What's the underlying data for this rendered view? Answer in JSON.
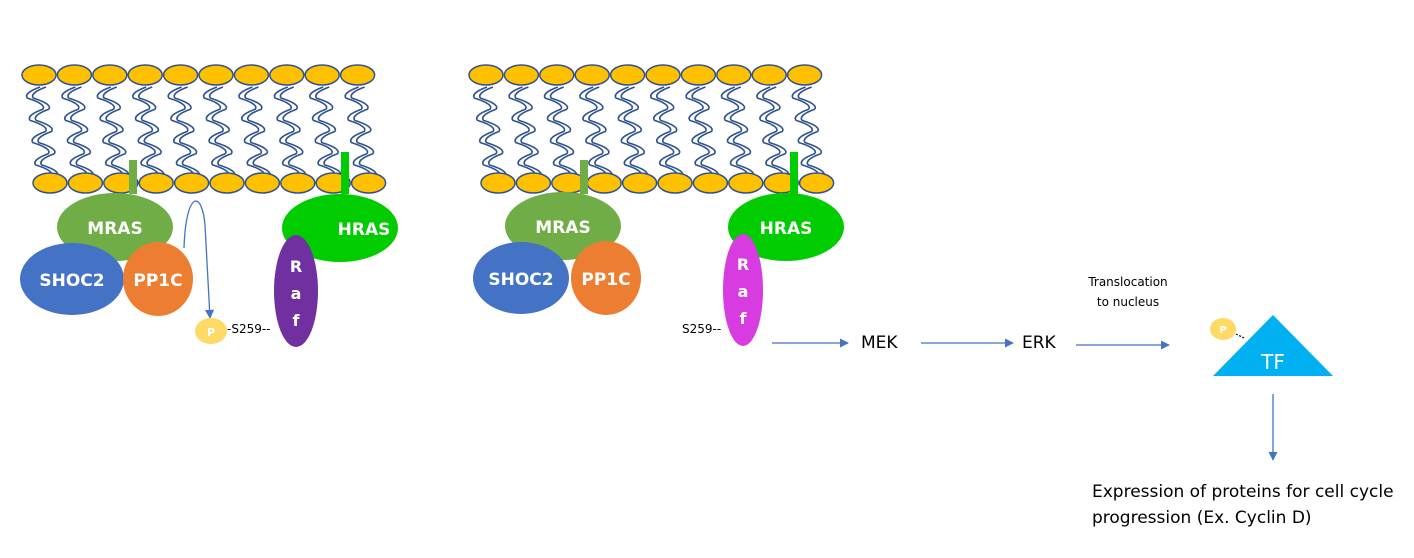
{
  "colors": {
    "lipid_head": "#FFC000",
    "lipid_outline": "#2F528F",
    "lipid_tail": "#2F528F",
    "mras": "#70AD47",
    "hras": "#00CC00",
    "shoc2": "#4472C4",
    "pp1c": "#ED7D31",
    "raf_inactive": "#7030A0",
    "raf_active": "#D83BE0",
    "phosphate": "#FFD966",
    "tf": "#00B0F0",
    "arrow": "#4472C4"
  },
  "panel_inactive": {
    "mras_label": "MRAS",
    "hras_label": "HRAS",
    "shoc2_label": "SHOC2",
    "pp1c_label": "PP1C",
    "raf_letters": [
      "R",
      "a",
      "f"
    ],
    "phosphate_label": "P",
    "site_label": "-S259--"
  },
  "panel_active": {
    "mras_label": "MRAS",
    "hras_label": "HRAS",
    "shoc2_label": "SHOC2",
    "pp1c_label": "PP1C",
    "raf_letters": [
      "R",
      "a",
      "f"
    ],
    "site_label": "S259--"
  },
  "cascade": {
    "mek_label": "MEK",
    "erk_label": "ERK",
    "translocation_line1": "Translocation",
    "translocation_line2": "to nucleus",
    "tf_label": "TF",
    "tf_phosphate_label": "P",
    "outcome_line1": "Expression of proteins for cell cycle",
    "outcome_line2": "progression (Ex. Cyclin D)"
  }
}
